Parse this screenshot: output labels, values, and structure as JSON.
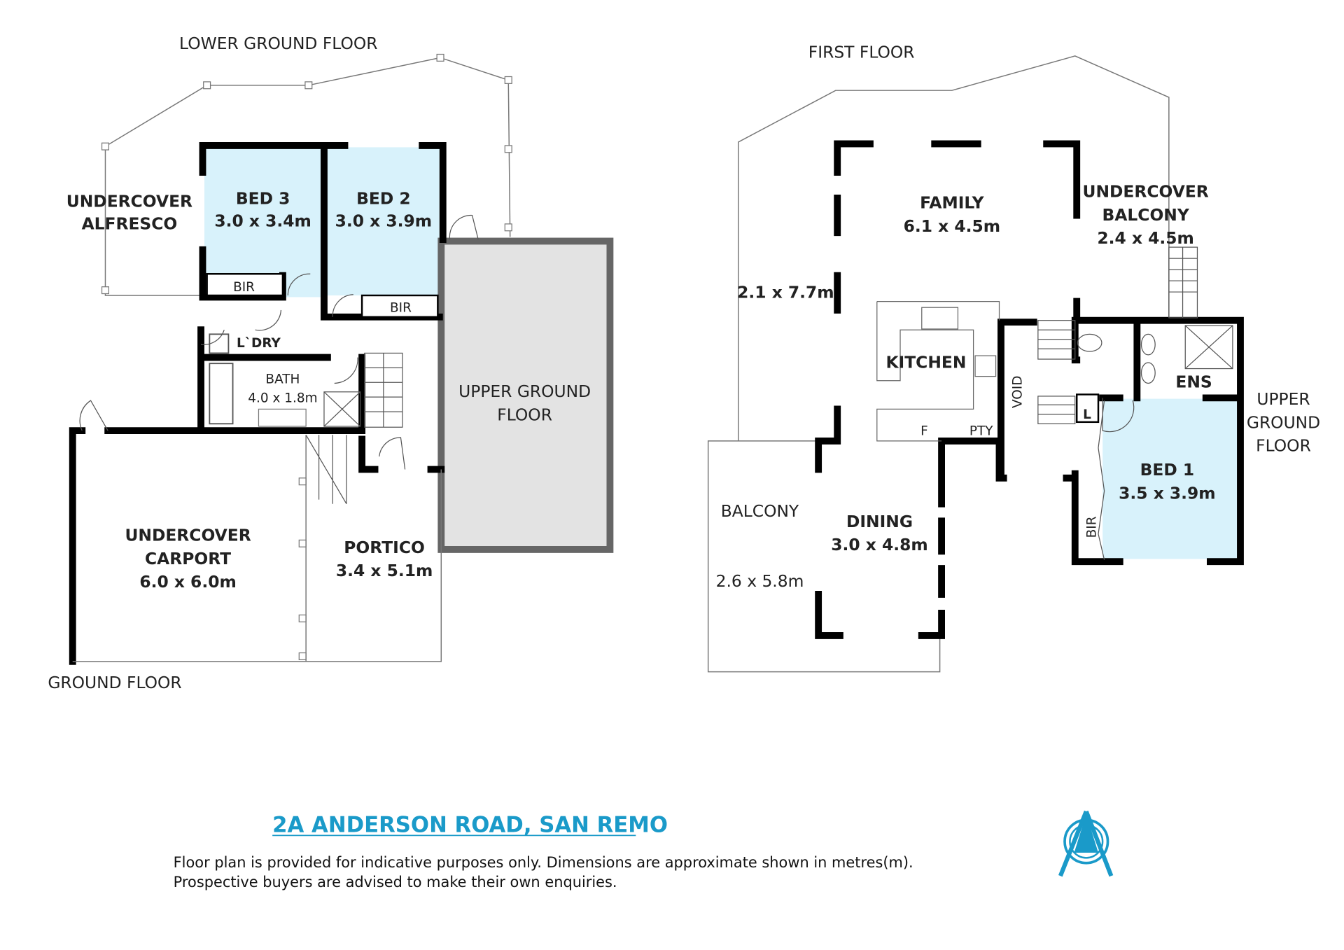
{
  "floors": {
    "lower_ground": "LOWER GROUND FLOOR",
    "ground": "GROUND FLOOR",
    "first": "FIRST FLOOR",
    "upper_ground_left": [
      "UPPER GROUND",
      "FLOOR"
    ],
    "upper_ground_right": [
      "UPPER",
      "GROUND",
      "FLOOR"
    ]
  },
  "rooms_left": {
    "alfresco": [
      "UNDERCOVER",
      "ALFRESCO"
    ],
    "bed3": {
      "name": "BED 3",
      "size": "3.0 x 3.4m"
    },
    "bed2": {
      "name": "BED 2",
      "size": "3.0 x 3.9m"
    },
    "bir_bed3": "BIR",
    "bir_bed2": "BIR",
    "laundry": "L`DRY",
    "bath": {
      "name": "BATH",
      "size": "4.0 x 1.8m"
    },
    "carport": {
      "name": [
        "UNDERCOVER",
        "CARPORT"
      ],
      "size": "6.0 x 6.0m"
    },
    "portico": {
      "name": "PORTICO",
      "size": "3.4 x 5.1m"
    }
  },
  "rooms_right": {
    "family": {
      "name": "FAMILY",
      "size": "6.1 x 4.5m"
    },
    "deck_size": "2.1 x 7.7m",
    "undercover_balcony": {
      "name": [
        "UNDERCOVER",
        "BALCONY"
      ],
      "size": "2.4 x 4.5m"
    },
    "kitchen": "KITCHEN",
    "fridge": "F",
    "pantry": "PTY",
    "void": "VOID",
    "ens": "ENS",
    "linen": "L",
    "bed1": {
      "name": "BED 1",
      "size": "3.5 x 3.9m"
    },
    "bir_bed1": "BIR",
    "balcony": {
      "name": "BALCONY",
      "size": "2.6 x 5.8m"
    },
    "dining": {
      "name": "DINING",
      "size": "3.0 x 4.8m"
    }
  },
  "footer": {
    "address": "2A ANDERSON ROAD, SAN REMO",
    "disclaimer_1": "Floor plan is provided for indicative purposes only.  Dimensions are approximate shown in metres(m).",
    "disclaimer_2": "Prospective buyers are advised to make their own enquiries."
  },
  "colors": {
    "accent": "#1a9ac9",
    "bedroom_fill": "#d8f2fb",
    "upper_floor_fill": "#e3e3e3"
  }
}
